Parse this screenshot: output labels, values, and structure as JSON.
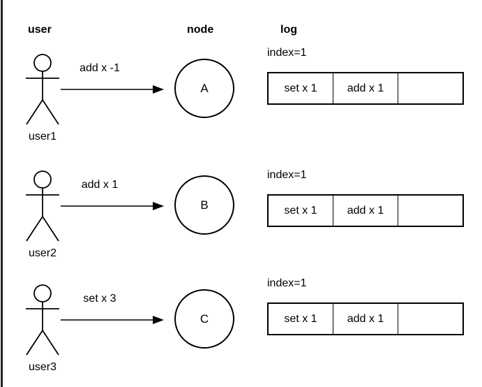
{
  "colors": {
    "background": "#ffffff",
    "line": "#000000"
  },
  "headers": {
    "user": "user",
    "node": "node",
    "log": "log"
  },
  "rows": [
    {
      "user_label": "user1",
      "command": "add x -1",
      "node_label": "A",
      "log_index": "index=1",
      "log_cells": [
        "set x 1",
        "add x 1",
        ""
      ]
    },
    {
      "user_label": "user2",
      "command": "add x 1",
      "node_label": "B",
      "log_index": "index=1",
      "log_cells": [
        "set x 1",
        "add x 1",
        ""
      ]
    },
    {
      "user_label": "user3",
      "command": "set x 3",
      "node_label": "C",
      "log_index": "index=1",
      "log_cells": [
        "set x 1",
        "add x 1",
        ""
      ]
    }
  ]
}
